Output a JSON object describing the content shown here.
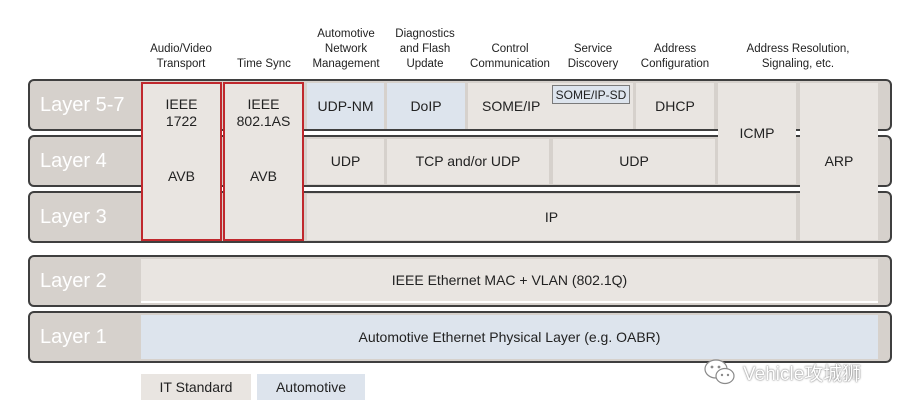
{
  "headers": [
    {
      "id": "audio-video",
      "text": "Audio/Video\nTransport"
    },
    {
      "id": "time-sync",
      "text": "Time Sync"
    },
    {
      "id": "automotive-network-management",
      "text": "Automotive\nNetwork\nManagement"
    },
    {
      "id": "diagnostics",
      "text": "Diagnostics\nand Flash\nUpdate"
    },
    {
      "id": "control-communication",
      "text": "Control\nCommunication"
    },
    {
      "id": "service-discovery",
      "text": "Service\nDiscovery"
    },
    {
      "id": "address-configuration",
      "text": "Address\nConfiguration"
    },
    {
      "id": "address-resolution",
      "text": "Address Resolution,\nSignaling, etc."
    }
  ],
  "layers": {
    "l57": "Layer 5-7",
    "l4": "Layer 4",
    "l3": "Layer 3",
    "l2": "Layer 2",
    "l1": "Layer 1"
  },
  "cells": {
    "ieee1722": "IEEE\n1722",
    "ieee8021as": "IEEE\n802.1AS",
    "avb": "AVB",
    "udp_nm": "UDP-NM",
    "doip": "DoIP",
    "someip": "SOME/IP",
    "someip_sd": "SOME/IP-SD",
    "dhcp": "DHCP",
    "icmp": "ICMP",
    "arp": "ARP",
    "udp": "UDP",
    "tcp_udp": "TCP and/or UDP",
    "ip": "IP",
    "ethernet_mac": "IEEE Ethernet MAC + VLAN (802.1Q)",
    "physical": "Automotive Ethernet Physical Layer (e.g. OABR)"
  },
  "legend": {
    "it": "IT Standard",
    "automotive": "Automotive"
  },
  "colors": {
    "it_standard": "#e9e5e1",
    "automotive": "#dde4ed",
    "band": "#d6d1cc",
    "highlight_border": "#c0282d"
  },
  "watermark": "Vehicle攻城狮"
}
